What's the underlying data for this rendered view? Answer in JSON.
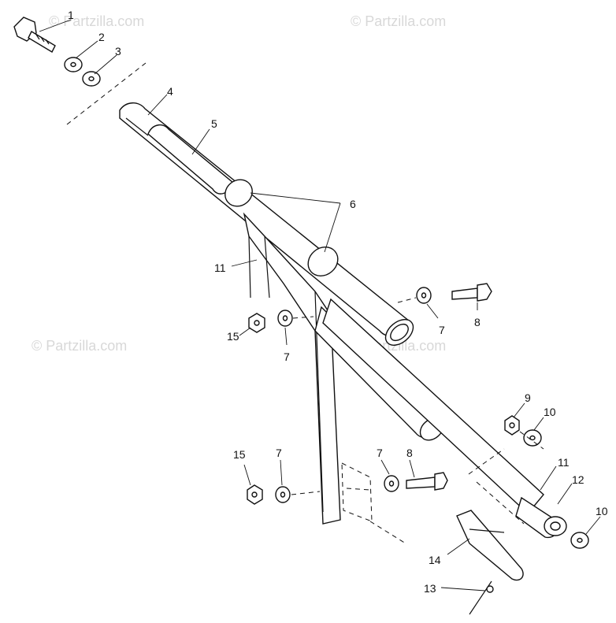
{
  "watermarks": [
    "© Partzilla.com",
    "© Partzilla.com",
    "© Partzilla.com",
    "© Partzilla.com"
  ],
  "callouts": [
    "1",
    "2",
    "3",
    "4",
    "5",
    "6",
    "11",
    "7",
    "8",
    "15",
    "7",
    "9",
    "10",
    "15",
    "7",
    "7",
    "8",
    "11",
    "12",
    "10",
    "14",
    "13"
  ]
}
